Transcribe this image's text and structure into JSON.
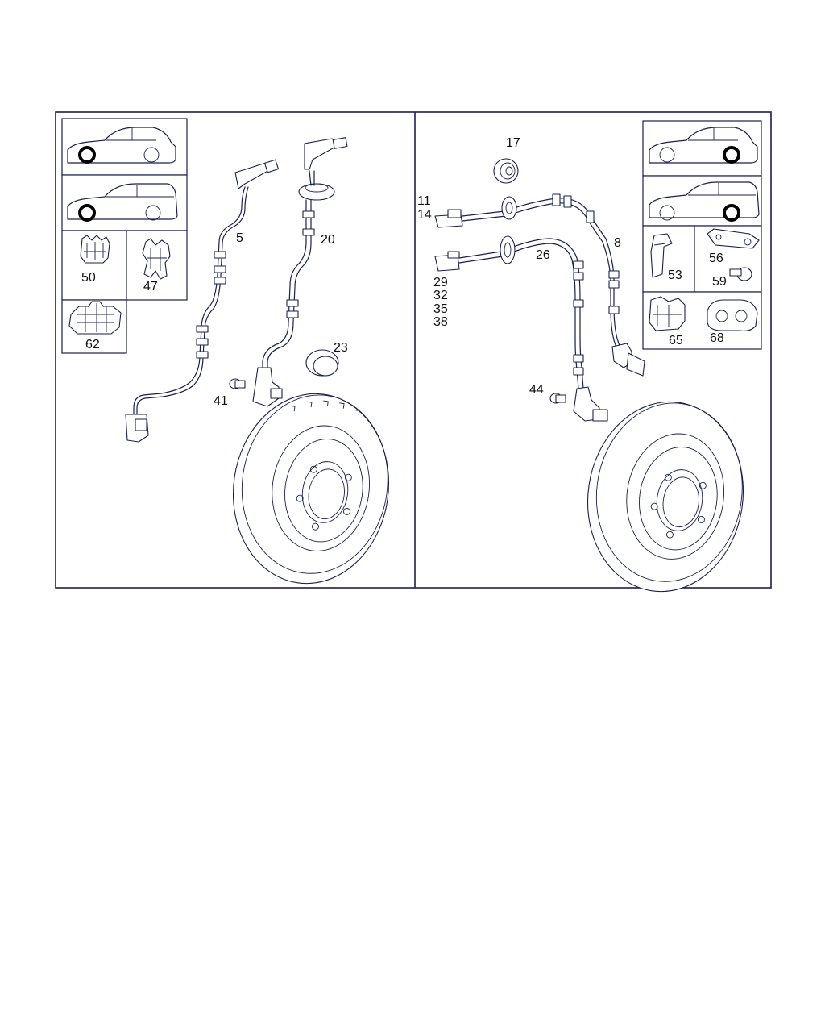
{
  "colors": {
    "ink": "#1a1f4d",
    "background": "#ffffff"
  },
  "left_panel": {
    "callouts": {
      "wire_front": "5",
      "wire_top": "20",
      "ring": "23",
      "bolt": "41"
    },
    "legend": {
      "clip_a": "50",
      "clip_b": "47",
      "clip_c": "62"
    },
    "vehicle_icons": [
      "sedan-front-wheel",
      "wagon-front-wheel"
    ]
  },
  "right_panel": {
    "callouts": {
      "grommet": "17",
      "wire_long": "8",
      "wire_mid": "26",
      "bolt": "44",
      "connector_a": [
        "11",
        "14"
      ],
      "connector_b": [
        "29",
        "32",
        "35",
        "38"
      ]
    },
    "legend": {
      "bracket": "53",
      "plate": "56",
      "screw": "59",
      "clip_d": "65",
      "clip_e": "68"
    },
    "vehicle_icons": [
      "sedan-rear-wheel",
      "wagon-rear-wheel"
    ]
  }
}
